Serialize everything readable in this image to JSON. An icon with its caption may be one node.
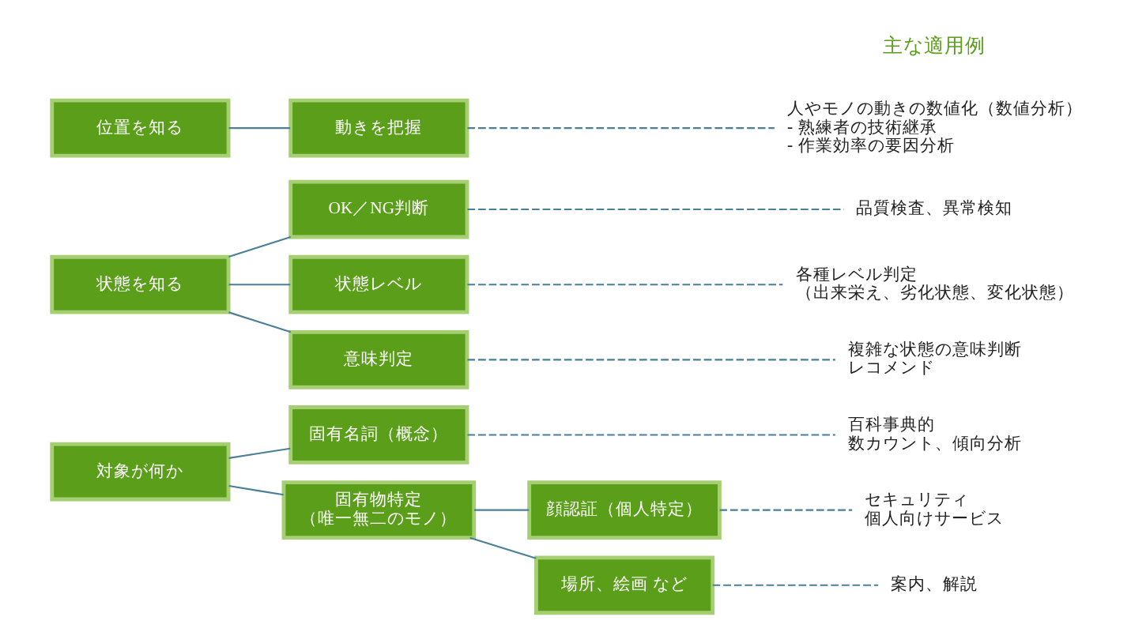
{
  "diagram": {
    "nodes": [
      {
        "text": [
          "対象が何か"
        ]
      },
      {
        "text": [
          "固有名詞（概念）"
        ]
      },
      {
        "text": [
          "百科事典的",
          "数カウント、傾向分析"
        ]
      },
      {
        "text": [
          "固有物特定",
          "（唯一無二のモノ）"
        ]
      },
      {
        "text": [
          "顔認証（個人特定）"
        ]
      },
      {
        "text": [
          "セキュリティ",
          "個人向けサービス"
        ]
      },
      {
        "text": [
          "場所、絵画 など"
        ]
      },
      {
        "text": [
          "案内、解説"
        ]
      },
      {
        "text": [
          "状態を知る"
        ]
      },
      {
        "text": [
          "OK／NG判断"
        ]
      },
      {
        "text": [
          "品質検査、異常検知"
        ]
      },
      {
        "text": [
          "状態レベル"
        ]
      },
      {
        "text": [
          "各種レベル判定",
          "（出来栄え、劣化状態、変化状態）"
        ]
      },
      {
        "text": [
          "意味判定"
        ]
      },
      {
        "text": [
          "複雑な状態の意味判断",
          "レコメンド"
        ]
      },
      {
        "text": [
          "位置を知る"
        ]
      },
      {
        "text": [
          "動きを把握"
        ]
      },
      {
        "text": [
          "人やモノの動きの数値化（数値分析）",
          "- 熟練者の技術継承",
          "- 作業効率の要因分析"
        ]
      }
    ],
    "edges": [
      {
        "from": 0,
        "to": 1,
        "arrow": "none"
      },
      {
        "from": 0,
        "to": 3,
        "arrow": "none"
      },
      {
        "from": 1,
        "to": 2,
        "arrow": "none",
        "style": "dashed"
      },
      {
        "from": 3,
        "to": 4,
        "arrow": "none"
      },
      {
        "from": 3,
        "to": 6,
        "arrow": "none"
      },
      {
        "from": 4,
        "to": 5,
        "arrow": "none",
        "style": "dashed"
      },
      {
        "from": 6,
        "to": 7,
        "arrow": "none",
        "style": "dashed"
      },
      {
        "from": 8,
        "to": 9,
        "arrow": "none"
      },
      {
        "from": 8,
        "to": 11,
        "arrow": "none"
      },
      {
        "from": 8,
        "to": 13,
        "arrow": "none"
      },
      {
        "from": 9,
        "to": 10,
        "arrow": "none",
        "style": "dashed"
      },
      {
        "from": 11,
        "to": 12,
        "arrow": "none",
        "style": "dashed"
      },
      {
        "from": 13,
        "to": 14,
        "arrow": "none",
        "style": "dashed"
      },
      {
        "from": 15,
        "to": 16,
        "arrow": "none"
      },
      {
        "from": 16,
        "to": 17,
        "arrow": "none",
        "style": "dashed"
      }
    ],
    "labels": [
      "主な適用例"
    ]
  }
}
